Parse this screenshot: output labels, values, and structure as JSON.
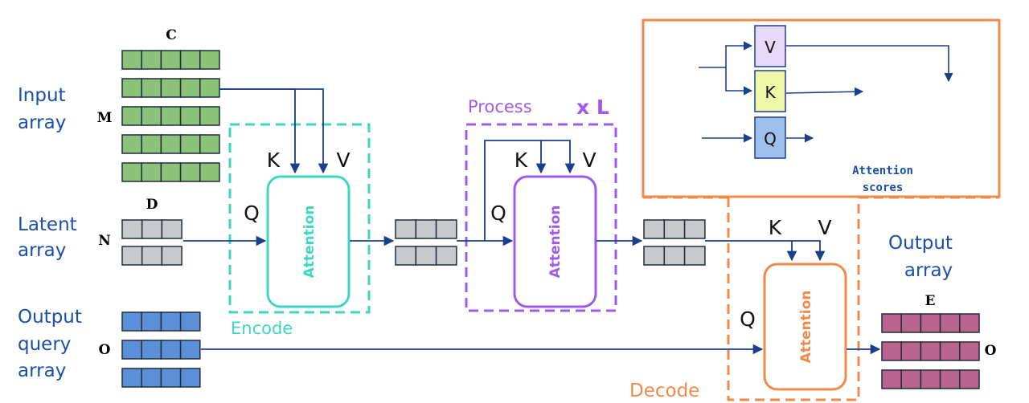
{
  "colors": {
    "blue_text": "#1a4faa",
    "arrow": "#1a3f8f",
    "green_cell": "#8cc27a",
    "gray_cell": "#c7c9cc",
    "blue_cell": "#5b8fd8",
    "purple_cell": "#b79bd9",
    "magenta_cell": "#b9648f",
    "yellow_cell": "#e0ec5a",
    "encode": "#3dd6c0",
    "process": "#a05ae8",
    "decode": "#f08a4b",
    "v_box": "#e7d9f7",
    "k_box": "#eff7a8",
    "q_box": "#9fbfec"
  },
  "labels": {
    "input_array": [
      "Input",
      "array"
    ],
    "latent_array": [
      "Latent",
      "array"
    ],
    "output_query_array": [
      "Output",
      "query",
      "array"
    ],
    "output_array": [
      "Output",
      "array"
    ],
    "encode": "Encode",
    "process": "Process",
    "times_l": "x L",
    "decode": "Decode",
    "dim_c": "C",
    "dim_m": "M",
    "dim_d": "D",
    "dim_n": "N",
    "dim_o_left": "O",
    "dim_e": "E",
    "dim_o_right": "O",
    "q": "Q",
    "k": "K",
    "v": "V",
    "attention": "Attention"
  },
  "inset": {
    "v": "V",
    "k": "K",
    "q": "Q",
    "attention_scores": [
      "Attention",
      "scores"
    ]
  }
}
